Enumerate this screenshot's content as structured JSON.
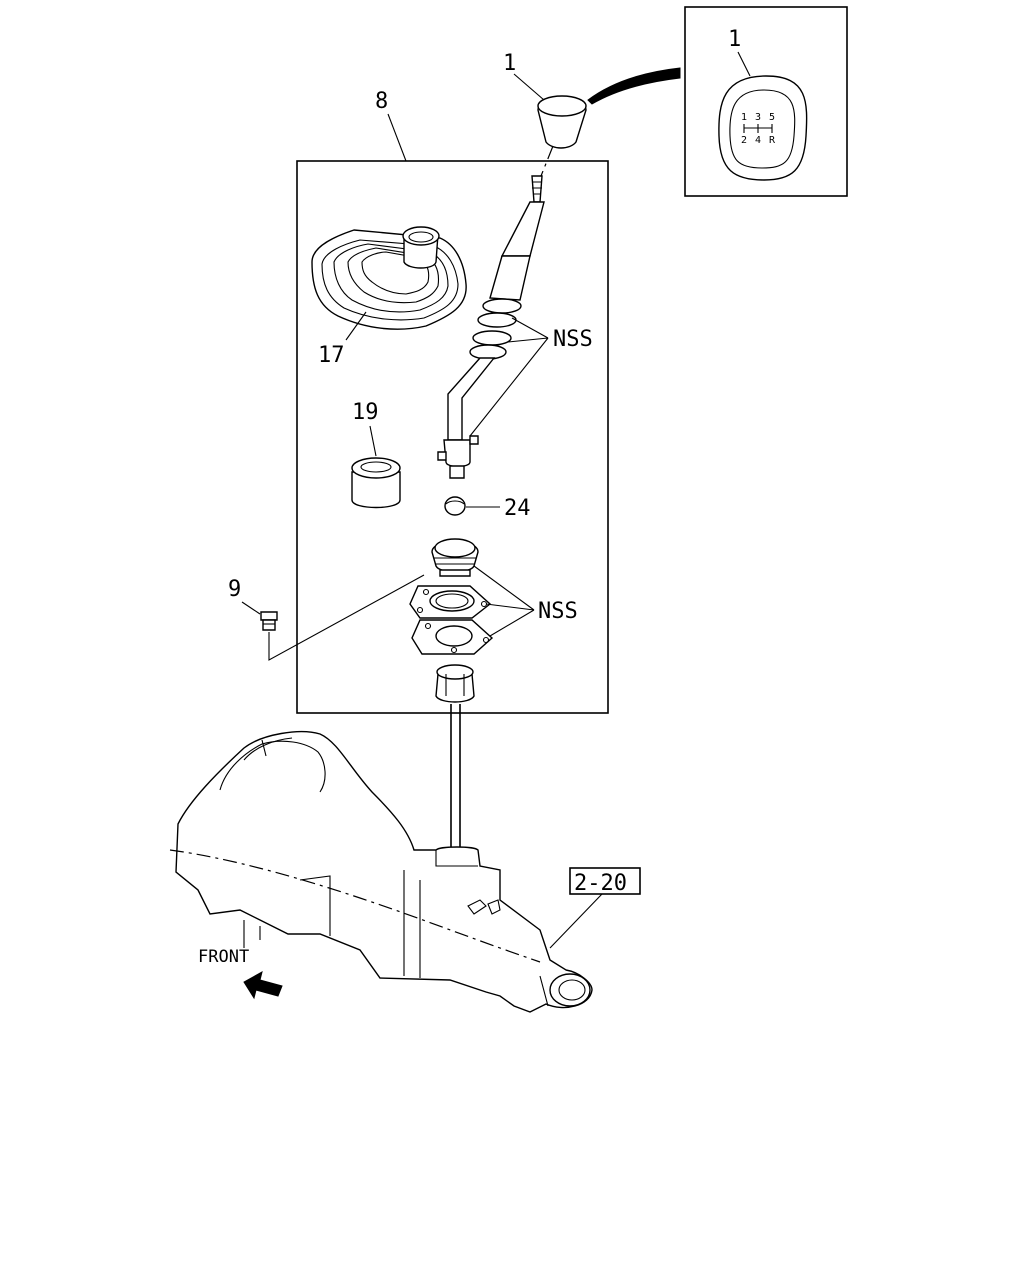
{
  "callouts": {
    "knob": "1",
    "detail_knob": "1",
    "lever_assembly": "8",
    "boot": "17",
    "bushing": "19",
    "ball_seat": "24",
    "bolt": "9",
    "nss_upper": "NSS",
    "nss_lower": "NSS",
    "ref_page": "2-20",
    "direction": "FRONT"
  },
  "shift_pattern": {
    "top_row": [
      "1",
      "3",
      "5"
    ],
    "bottom_row": [
      "2",
      "4",
      "R"
    ]
  }
}
